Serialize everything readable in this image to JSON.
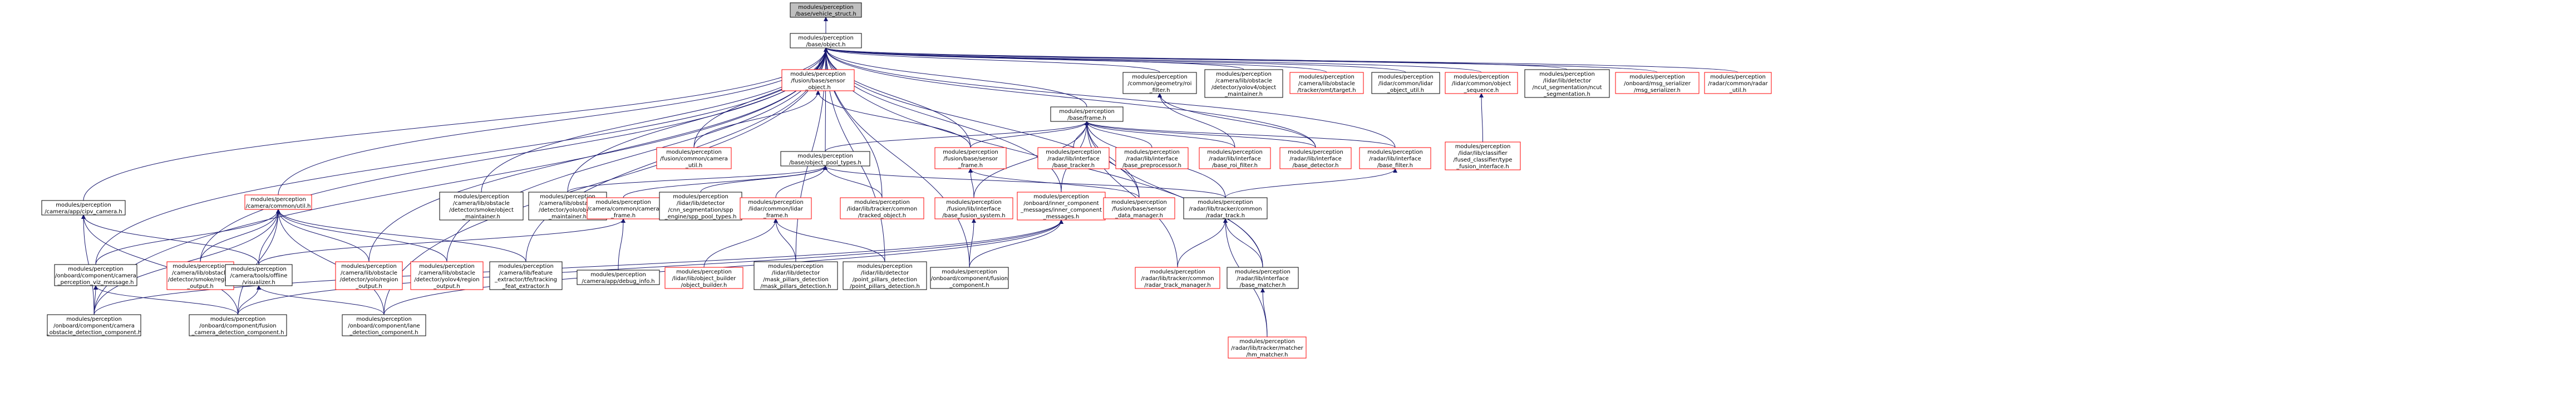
{
  "diagram": {
    "title": "",
    "colors": {
      "edge": "#191970",
      "box_border_normal": "#000000",
      "box_border_truncated": "#ff0000",
      "box_fill": "#ffffff",
      "root_fill": "#bfbfbf"
    },
    "nodes": [
      {
        "id": "root",
        "lines": [
          "modules/perception",
          "/base/vehicle_struct.h"
        ],
        "style": "root"
      },
      {
        "id": "object_h",
        "lines": [
          "modules/perception",
          "/base/object.h"
        ],
        "style": "normal"
      },
      {
        "id": "fusion_sensor_object",
        "lines": [
          "modules/perception",
          "/fusion/base/sensor",
          "_object.h"
        ],
        "style": "truncated"
      },
      {
        "id": "frame_h",
        "lines": [
          "modules/perception",
          "/base/frame.h"
        ],
        "style": "normal"
      },
      {
        "id": "geom_roi_filter",
        "lines": [
          "modules/perception",
          "/common/geometry/roi",
          "_filter.h"
        ],
        "style": "normal"
      },
      {
        "id": "cam_yolov4_maintainer",
        "lines": [
          "modules/perception",
          "/camera/lib/obstacle",
          "/detector/yolov4/object",
          "_maintainer.h"
        ],
        "style": "normal"
      },
      {
        "id": "cam_omt_target",
        "lines": [
          "modules/perception",
          "/camera/lib/obstacle",
          "/tracker/omt/target.h"
        ],
        "style": "truncated"
      },
      {
        "id": "lidar_object_util",
        "lines": [
          "modules/perception",
          "/lidar/common/lidar",
          "_object_util.h"
        ],
        "style": "normal"
      },
      {
        "id": "lidar_object_sequence",
        "lines": [
          "modules/perception",
          "/lidar/common/object",
          "_sequence.h"
        ],
        "style": "truncated"
      },
      {
        "id": "lidar_ncut_seg",
        "lines": [
          "modules/perception",
          "/lidar/lib/detector",
          "/ncut_segmentation/ncut",
          "_segmentation.h"
        ],
        "style": "normal"
      },
      {
        "id": "msg_serializer",
        "lines": [
          "modules/perception",
          "/onboard/msg_serializer",
          "/msg_serializer.h"
        ],
        "style": "truncated"
      },
      {
        "id": "radar_util",
        "lines": [
          "modules/perception",
          "/radar/common/radar",
          "_util.h"
        ],
        "style": "truncated"
      },
      {
        "id": "fusion_cam_util",
        "lines": [
          "modules/perception",
          "/fusion/common/camera",
          "_util.h"
        ],
        "style": "truncated"
      },
      {
        "id": "object_pool_types",
        "lines": [
          "modules/perception",
          "/base/object_pool_types.h"
        ],
        "style": "normal"
      },
      {
        "id": "fusion_sensor_frame",
        "lines": [
          "modules/perception",
          "/fusion/base/sensor",
          "_frame.h"
        ],
        "style": "truncated"
      },
      {
        "id": "radar_base_tracker",
        "lines": [
          "modules/perception",
          "/radar/lib/interface",
          "/base_tracker.h"
        ],
        "style": "truncated"
      },
      {
        "id": "radar_base_preprocessor",
        "lines": [
          "modules/perception",
          "/radar/lib/interface",
          "/base_preprocessor.h"
        ],
        "style": "truncated"
      },
      {
        "id": "radar_base_roi_filter",
        "lines": [
          "modules/perception",
          "/radar/lib/interface",
          "/base_roi_filter.h"
        ],
        "style": "truncated"
      },
      {
        "id": "radar_base_detector",
        "lines": [
          "modules/perception",
          "/radar/lib/interface",
          "/base_detector.h"
        ],
        "style": "truncated"
      },
      {
        "id": "radar_base_filter",
        "lines": [
          "modules/perception",
          "/radar/lib/interface",
          "/base_filter.h"
        ],
        "style": "truncated"
      },
      {
        "id": "lidar_fused_classifier",
        "lines": [
          "modules/perception",
          "/lidar/lib/classifier",
          "/fused_classifier/type",
          "_fusion_interface.h"
        ],
        "style": "truncated"
      },
      {
        "id": "cam_app_cipv",
        "lines": [
          "modules/perception",
          "/camera/app/cipv_camera.h"
        ],
        "style": "normal"
      },
      {
        "id": "cam_common_util",
        "lines": [
          "modules/perception",
          "/camera/common/util.h"
        ],
        "style": "truncated"
      },
      {
        "id": "cam_smoke_maintainer",
        "lines": [
          "modules/perception",
          "/camera/lib/obstacle",
          "/detector/smoke/object",
          "_maintainer.h"
        ],
        "style": "normal"
      },
      {
        "id": "cam_yolo_maintainer",
        "lines": [
          "modules/perception",
          "/camera/lib/obstacle",
          "/detector/yolo/object",
          "_maintainer.h"
        ],
        "style": "normal"
      },
      {
        "id": "cam_common_frame",
        "lines": [
          "modules/perception",
          "/camera/common/camera",
          "_frame.h"
        ],
        "style": "truncated"
      },
      {
        "id": "lidar_cnn_seg_types",
        "lines": [
          "modules/perception",
          "/lidar/lib/detector",
          "/cnn_segmentation/spp",
          "_engine/spp_pool_types.h"
        ],
        "style": "normal"
      },
      {
        "id": "lidar_common_frame",
        "lines": [
          "modules/perception",
          "/lidar/common/lidar",
          "_frame.h"
        ],
        "style": "truncated"
      },
      {
        "id": "lidar_tracked_object",
        "lines": [
          "modules/perception",
          "/lidar/lib/tracker/common",
          "/tracked_object.h"
        ],
        "style": "truncated"
      },
      {
        "id": "fusion_base_system",
        "lines": [
          "modules/perception",
          "/fusion/lib/interface",
          "/base_fusion_system.h"
        ],
        "style": "truncated"
      },
      {
        "id": "inner_component_msgs",
        "lines": [
          "modules/perception",
          "/onboard/inner_component",
          "_messages/inner_component",
          "_messages.h"
        ],
        "style": "truncated"
      },
      {
        "id": "fusion_sensor_data_mgr",
        "lines": [
          "modules/perception",
          "/fusion/base/sensor",
          "_data_manager.h"
        ],
        "style": "truncated"
      },
      {
        "id": "radar_track_h",
        "lines": [
          "modules/perception",
          "/radar/lib/tracker/common",
          "/radar_track.h"
        ],
        "style": "normal"
      },
      {
        "id": "perception_viz_msg",
        "lines": [
          "modules/perception",
          "/onboard/component/camera",
          "_perception_viz_message.h"
        ],
        "style": "normal"
      },
      {
        "id": "cam_smoke_region_output",
        "lines": [
          "modules/perception",
          "/camera/lib/obstacle",
          "/detector/smoke/region",
          "_output.h"
        ],
        "style": "truncated"
      },
      {
        "id": "cam_visualizer",
        "lines": [
          "modules/perception",
          "/camera/tools/offline",
          "/visualizer.h"
        ],
        "style": "normal"
      },
      {
        "id": "cam_yolo_region_output",
        "lines": [
          "modules/perception",
          "/camera/lib/obstacle",
          "/detector/yolo/region",
          "_output.h"
        ],
        "style": "truncated"
      },
      {
        "id": "cam_yolov4_region_output",
        "lines": [
          "modules/perception",
          "/camera/lib/obstacle",
          "/detector/yolov4/region",
          "_output.h"
        ],
        "style": "truncated"
      },
      {
        "id": "cam_feature_extractor",
        "lines": [
          "modules/perception",
          "/camera/lib/feature",
          "_extractor/tfe/tracking",
          "_feat_extractor.h"
        ],
        "style": "normal"
      },
      {
        "id": "cam_debug_info",
        "lines": [
          "modules/perception",
          "/camera/app/debug_info.h"
        ],
        "style": "normal"
      },
      {
        "id": "lidar_object_builder",
        "lines": [
          "modules/perception",
          "/lidar/lib/object_builder",
          "/object_builder.h"
        ],
        "style": "truncated"
      },
      {
        "id": "lidar_mask_pillars",
        "lines": [
          "modules/perception",
          "/lidar/lib/detector",
          "/mask_pillars_detection",
          "/mask_pillars_detection.h"
        ],
        "style": "normal"
      },
      {
        "id": "lidar_point_pillars",
        "lines": [
          "modules/perception",
          "/lidar/lib/detector",
          "/point_pillars_detection",
          "/point_pillars_detection.h"
        ],
        "style": "normal"
      },
      {
        "id": "fusion_component",
        "lines": [
          "modules/perception",
          "/onboard/component/fusion",
          "_component.h"
        ],
        "style": "normal"
      },
      {
        "id": "radar_track_manager",
        "lines": [
          "modules/perception",
          "/radar/lib/tracker/common",
          "/radar_track_manager.h"
        ],
        "style": "truncated"
      },
      {
        "id": "radar_base_matcher",
        "lines": [
          "modules/perception",
          "/radar/lib/interface",
          "/base_matcher.h"
        ],
        "style": "normal"
      },
      {
        "id": "cam_obstacle_component",
        "lines": [
          "modules/perception",
          "/onboard/component/camera",
          "_obstacle_detection_component.h"
        ],
        "style": "normal"
      },
      {
        "id": "fusion_camera_component",
        "lines": [
          "modules/perception",
          "/onboard/component/fusion",
          "_camera_detection_component.h"
        ],
        "style": "normal"
      },
      {
        "id": "lane_component",
        "lines": [
          "modules/perception",
          "/onboard/component/lane",
          "_detection_component.h"
        ],
        "style": "normal"
      },
      {
        "id": "radar_hm_matcher",
        "lines": [
          "modules/perception",
          "/radar/lib/tracker/matcher",
          "/hm_matcher.h"
        ],
        "style": "truncated"
      }
    ],
    "edges": [
      [
        "object_h",
        "root"
      ],
      [
        "fusion_sensor_object",
        "object_h"
      ],
      [
        "frame_h",
        "object_h"
      ],
      [
        "geom_roi_filter",
        "object_h"
      ],
      [
        "cam_yolov4_maintainer",
        "object_h"
      ],
      [
        "cam_omt_target",
        "object_h"
      ],
      [
        "lidar_object_util",
        "object_h"
      ],
      [
        "lidar_object_sequence",
        "object_h"
      ],
      [
        "lidar_ncut_seg",
        "object_h"
      ],
      [
        "msg_serializer",
        "object_h"
      ],
      [
        "radar_util",
        "object_h"
      ],
      [
        "fusion_cam_util",
        "object_h"
      ],
      [
        "object_pool_types",
        "object_h"
      ],
      [
        "fusion_sensor_frame",
        "object_h"
      ],
      [
        "radar_base_detector",
        "object_h"
      ],
      [
        "radar_base_filter",
        "object_h"
      ],
      [
        "cam_app_cipv",
        "object_h"
      ],
      [
        "cam_common_util",
        "object_h"
      ],
      [
        "cam_smoke_maintainer",
        "object_h"
      ],
      [
        "cam_yolo_maintainer",
        "object_h"
      ],
      [
        "lidar_tracked_object",
        "object_h"
      ],
      [
        "inner_component_msgs",
        "object_h"
      ],
      [
        "fusion_sensor_data_mgr",
        "object_h"
      ],
      [
        "perception_viz_msg",
        "object_h"
      ],
      [
        "cam_smoke_region_output",
        "object_h"
      ],
      [
        "cam_yolo_region_output",
        "object_h"
      ],
      [
        "cam_yolov4_region_output",
        "object_h"
      ],
      [
        "cam_feature_extractor",
        "object_h"
      ],
      [
        "fusion_component",
        "object_h"
      ],
      [
        "radar_base_matcher",
        "object_h"
      ],
      [
        "cam_obstacle_component",
        "object_h"
      ],
      [
        "lane_component",
        "object_h"
      ],
      [
        "lidar_mask_pillars",
        "object_h"
      ],
      [
        "lidar_point_pillars",
        "object_h"
      ],
      [
        "fusion_cam_util",
        "fusion_sensor_object"
      ],
      [
        "fusion_sensor_frame",
        "fusion_sensor_object"
      ],
      [
        "object_pool_types",
        "frame_h"
      ],
      [
        "fusion_sensor_frame",
        "frame_h"
      ],
      [
        "radar_base_tracker",
        "frame_h"
      ],
      [
        "radar_base_preprocessor",
        "frame_h"
      ],
      [
        "radar_base_roi_filter",
        "frame_h"
      ],
      [
        "radar_base_detector",
        "frame_h"
      ],
      [
        "radar_base_filter",
        "frame_h"
      ],
      [
        "fusion_base_system",
        "frame_h"
      ],
      [
        "inner_component_msgs",
        "frame_h"
      ],
      [
        "fusion_sensor_data_mgr",
        "frame_h"
      ],
      [
        "radar_track_h",
        "frame_h"
      ],
      [
        "radar_track_manager",
        "frame_h"
      ],
      [
        "radar_base_matcher",
        "frame_h"
      ],
      [
        "radar_base_roi_filter",
        "geom_roi_filter"
      ],
      [
        "radar_base_detector",
        "geom_roi_filter"
      ],
      [
        "lidar_fused_classifier",
        "lidar_object_sequence"
      ],
      [
        "cam_common_frame",
        "object_pool_types"
      ],
      [
        "lidar_cnn_seg_types",
        "object_pool_types"
      ],
      [
        "lidar_common_frame",
        "object_pool_types"
      ],
      [
        "lidar_tracked_object",
        "object_pool_types"
      ],
      [
        "radar_track_h",
        "object_pool_types"
      ],
      [
        "cam_yolo_maintainer",
        "object_pool_types"
      ],
      [
        "fusion_base_system",
        "fusion_sensor_frame"
      ],
      [
        "fusion_sensor_data_mgr",
        "fusion_sensor_frame"
      ],
      [
        "radar_track_h",
        "radar_base_filter"
      ],
      [
        "cam_visualizer",
        "cam_app_cipv"
      ],
      [
        "fusion_camera_component",
        "cam_app_cipv"
      ],
      [
        "cam_obstacle_component",
        "cam_app_cipv"
      ],
      [
        "cam_visualizer",
        "cam_common_util"
      ],
      [
        "cam_smoke_region_output",
        "cam_common_util"
      ],
      [
        "cam_yolo_region_output",
        "cam_common_util"
      ],
      [
        "cam_yolov4_region_output",
        "cam_common_util"
      ],
      [
        "cam_feature_extractor",
        "cam_common_util"
      ],
      [
        "cam_obstacle_component",
        "cam_common_util"
      ],
      [
        "fusion_camera_component",
        "cam_common_util"
      ],
      [
        "lane_component",
        "cam_common_util"
      ],
      [
        "perception_viz_msg",
        "cam_common_util"
      ],
      [
        "cam_debug_info",
        "cam_common_frame"
      ],
      [
        "cam_visualizer",
        "cam_common_frame"
      ],
      [
        "lidar_object_builder",
        "lidar_common_frame"
      ],
      [
        "lidar_mask_pillars",
        "lidar_common_frame"
      ],
      [
        "lidar_point_pillars",
        "lidar_common_frame"
      ],
      [
        "fusion_component",
        "fusion_base_system"
      ],
      [
        "fusion_component",
        "inner_component_msgs"
      ],
      [
        "cam_obstacle_component",
        "inner_component_msgs"
      ],
      [
        "fusion_camera_component",
        "inner_component_msgs"
      ],
      [
        "lane_component",
        "inner_component_msgs"
      ],
      [
        "radar_track_manager",
        "radar_track_h"
      ],
      [
        "radar_base_matcher",
        "radar_track_h"
      ],
      [
        "radar_hm_matcher",
        "radar_track_h"
      ],
      [
        "radar_hm_matcher",
        "radar_base_matcher"
      ],
      [
        "cam_obstacle_component",
        "perception_viz_msg"
      ],
      [
        "fusion_camera_component",
        "perception_viz_msg"
      ],
      [
        "fusion_camera_component",
        "cam_visualizer"
      ],
      [
        "lane_component",
        "cam_visualizer"
      ]
    ]
  }
}
